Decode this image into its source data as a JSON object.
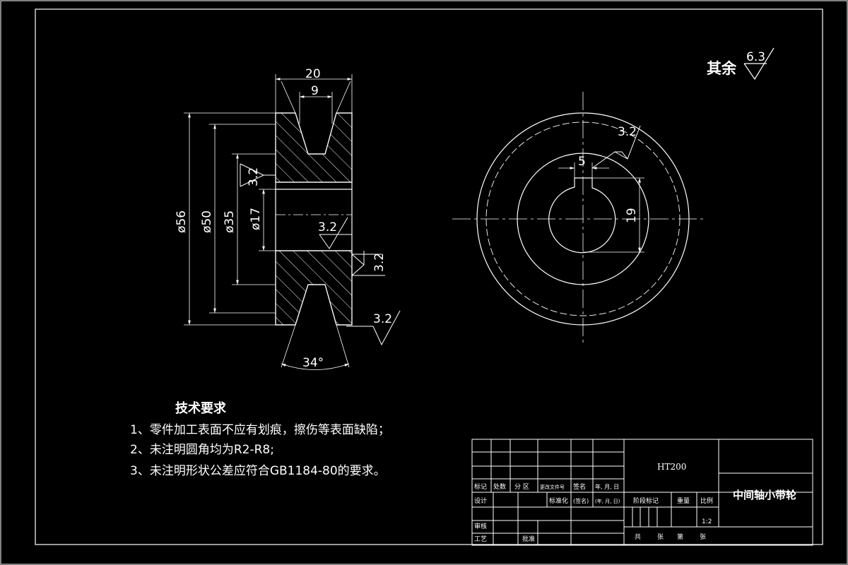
{
  "colors": {
    "background": "#000000",
    "line": "#ffffff"
  },
  "roughness_general": {
    "label": "其余",
    "value": "6.3"
  },
  "section_view": {
    "dim_total_width": "20",
    "dim_groove_width": "9",
    "dim_d56": "ø56",
    "dim_d50": "ø50",
    "dim_d35": "ø35",
    "dim_d17": "ø17",
    "dim_angle": "34°",
    "rough_1": "3.2",
    "rough_2": "3.2",
    "rough_3": "3.2",
    "rough_4": "3.2"
  },
  "end_view": {
    "dim_key_width": "5",
    "dim_key_depth": "19",
    "rough": "3.2"
  },
  "notes": {
    "title": "技术要求",
    "items": [
      "1、零件加工表面不应有划痕，擦伤等表面缺陷；",
      "2、未注明圆角均为R2-R8;",
      "3、未注明形状公差应符合GB1184-80的要求。"
    ]
  },
  "title_block": {
    "material": "HT200",
    "part_name": "中间轴小带轮",
    "scale": "1:2",
    "labels": {
      "mark": "标记",
      "count": "处数",
      "zone": "分  区",
      "doc_no": "更改文件号",
      "sign": "签名",
      "date": "年, 月, 日",
      "design": "设计",
      "standard": "标准化",
      "sign2": "(签名)",
      "date2": "(年, 月, 日)",
      "stage": "阶段标记",
      "weight": "重量",
      "ratio": "比例",
      "review": "审核",
      "process": "工艺",
      "approve": "批准",
      "total": "共",
      "sheets": "张",
      "page": "第",
      "sheet2": "张"
    }
  }
}
